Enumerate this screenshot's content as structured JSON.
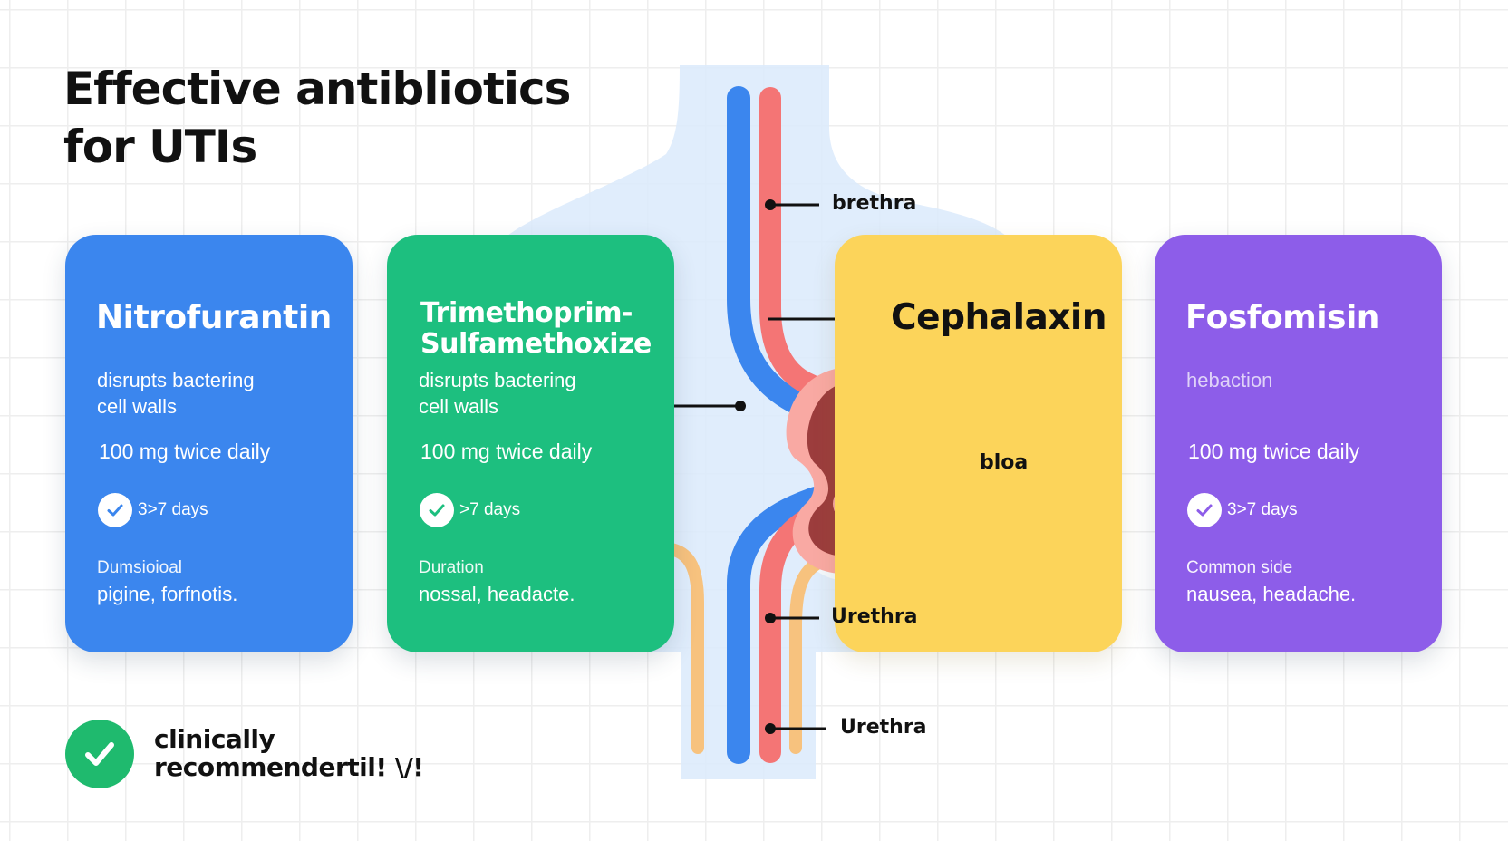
{
  "title": {
    "line1": "Effective antibliotics",
    "line2": "for UTIs"
  },
  "cards": [
    {
      "name": "Nitrofurantin",
      "mechanism_line1": "disrupts bactering",
      "mechanism_line2": "cell walls",
      "dose": "100 mg twice daily",
      "days": "3>7 days",
      "side_label": "Dumsioioal",
      "side_value": "pigine, forfnotis."
    },
    {
      "name_line1": "Trimethoprim-",
      "name_line2": "Sulfamethoxize",
      "mechanism_line1": "disrupts bactering",
      "mechanism_line2": "cell walls",
      "dose": "100 mg twice daily",
      "days": ">7 days",
      "side_label": "Duration",
      "side_value": "nossal, headacte."
    },
    {
      "name": "Cephalaxin"
    },
    {
      "name": "Fosfomisin",
      "mechanism_line1": "hebaction",
      "dose": "100 mg twice daily",
      "days": "3>7 days",
      "side_label": "Common side",
      "side_value": "nausea, headache."
    }
  ],
  "callouts": {
    "top": "brethra",
    "middle": "bloa",
    "lower": "Urethra",
    "bottom": "Urethra"
  },
  "badge": {
    "line1": "clinically",
    "line2": "recommendertil! \\/!"
  },
  "colors": {
    "nitrofurantin": "#3b86ee",
    "trimethoprim": "#1dbf7f",
    "cephalaxin": "#fcd45a",
    "fosfomisin": "#8d5de9",
    "badge": "#1fba6e",
    "kidney": "#9c3d3d",
    "vessel_blue": "#3b86ee",
    "vessel_red": "#f47575",
    "vessel_orange": "#f7c27e"
  },
  "icons": {
    "day_check": "checkmark-icon",
    "badge_check": "check-circle-icon"
  }
}
